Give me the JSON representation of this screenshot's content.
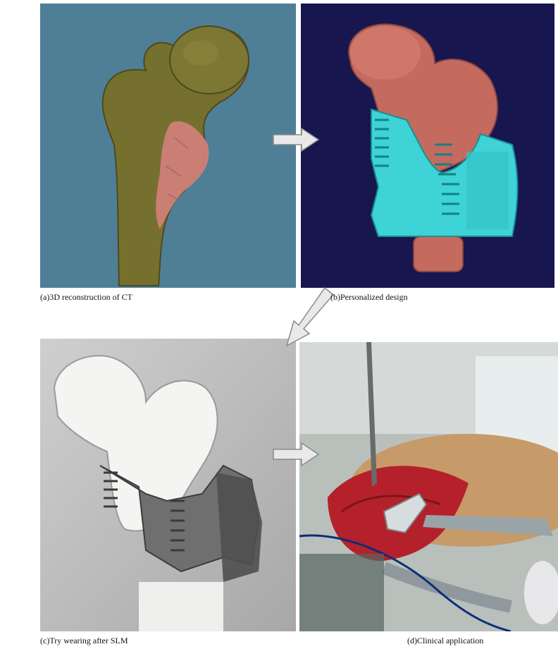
{
  "captions": {
    "a": "(a)3D reconstruction of CT",
    "b": "(b)Personalized design",
    "c": "(c)Try wearing after SLM",
    "d": "(d)Clinical application"
  },
  "colors": {
    "panel_a_bg": "#4f7f97",
    "bone": "#76702f",
    "tumor": "#cf7f78",
    "panel_b_bg": "#17164f",
    "femur_model": "#c56a5f",
    "prosthesis": "#3ed3d6",
    "arrow_fill": "#e9e9e9"
  }
}
